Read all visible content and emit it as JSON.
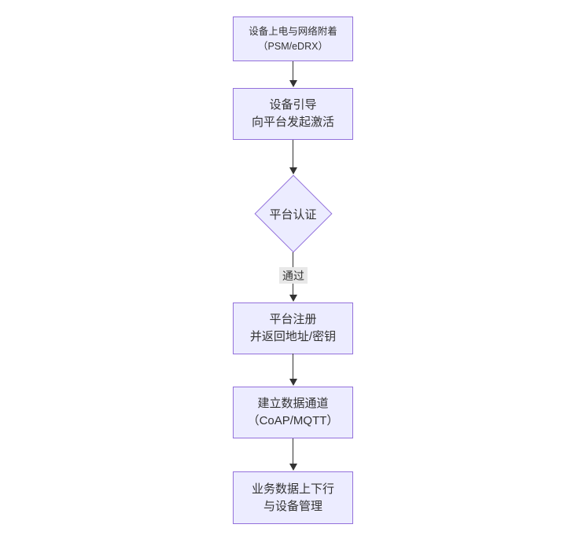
{
  "diagram": {
    "type": "flowchart",
    "direction": "top-down",
    "colors": {
      "background": "#ffffff",
      "node_fill": "#ECECFF",
      "node_border": "#9370DB",
      "text": "#333333",
      "edge": "#333333",
      "edge_label_bg": "#e8e8e8"
    },
    "nodes": [
      {
        "id": "power-attach",
        "shape": "rect",
        "lines": [
          "设备上电与网络附着",
          "（PSM/eDRX）"
        ]
      },
      {
        "id": "bootstrap",
        "shape": "rect",
        "lines": [
          "设备引导",
          "向平台发起激活"
        ]
      },
      {
        "id": "platform-auth",
        "shape": "diamond",
        "lines": [
          "平台认证"
        ]
      },
      {
        "id": "platform-register",
        "shape": "rect",
        "lines": [
          "平台注册",
          "并返回地址/密钥"
        ]
      },
      {
        "id": "data-channel",
        "shape": "rect",
        "lines": [
          "建立数据通道",
          "（CoAP/MQTT）"
        ]
      },
      {
        "id": "business-data",
        "shape": "rect",
        "lines": [
          "业务数据上下行",
          "与设备管理"
        ]
      }
    ],
    "edges": [
      {
        "from": "power-attach",
        "to": "bootstrap",
        "label": ""
      },
      {
        "from": "bootstrap",
        "to": "platform-auth",
        "label": ""
      },
      {
        "from": "platform-auth",
        "to": "platform-register",
        "label": "通过"
      },
      {
        "from": "platform-register",
        "to": "data-channel",
        "label": ""
      },
      {
        "from": "data-channel",
        "to": "business-data",
        "label": ""
      }
    ]
  }
}
